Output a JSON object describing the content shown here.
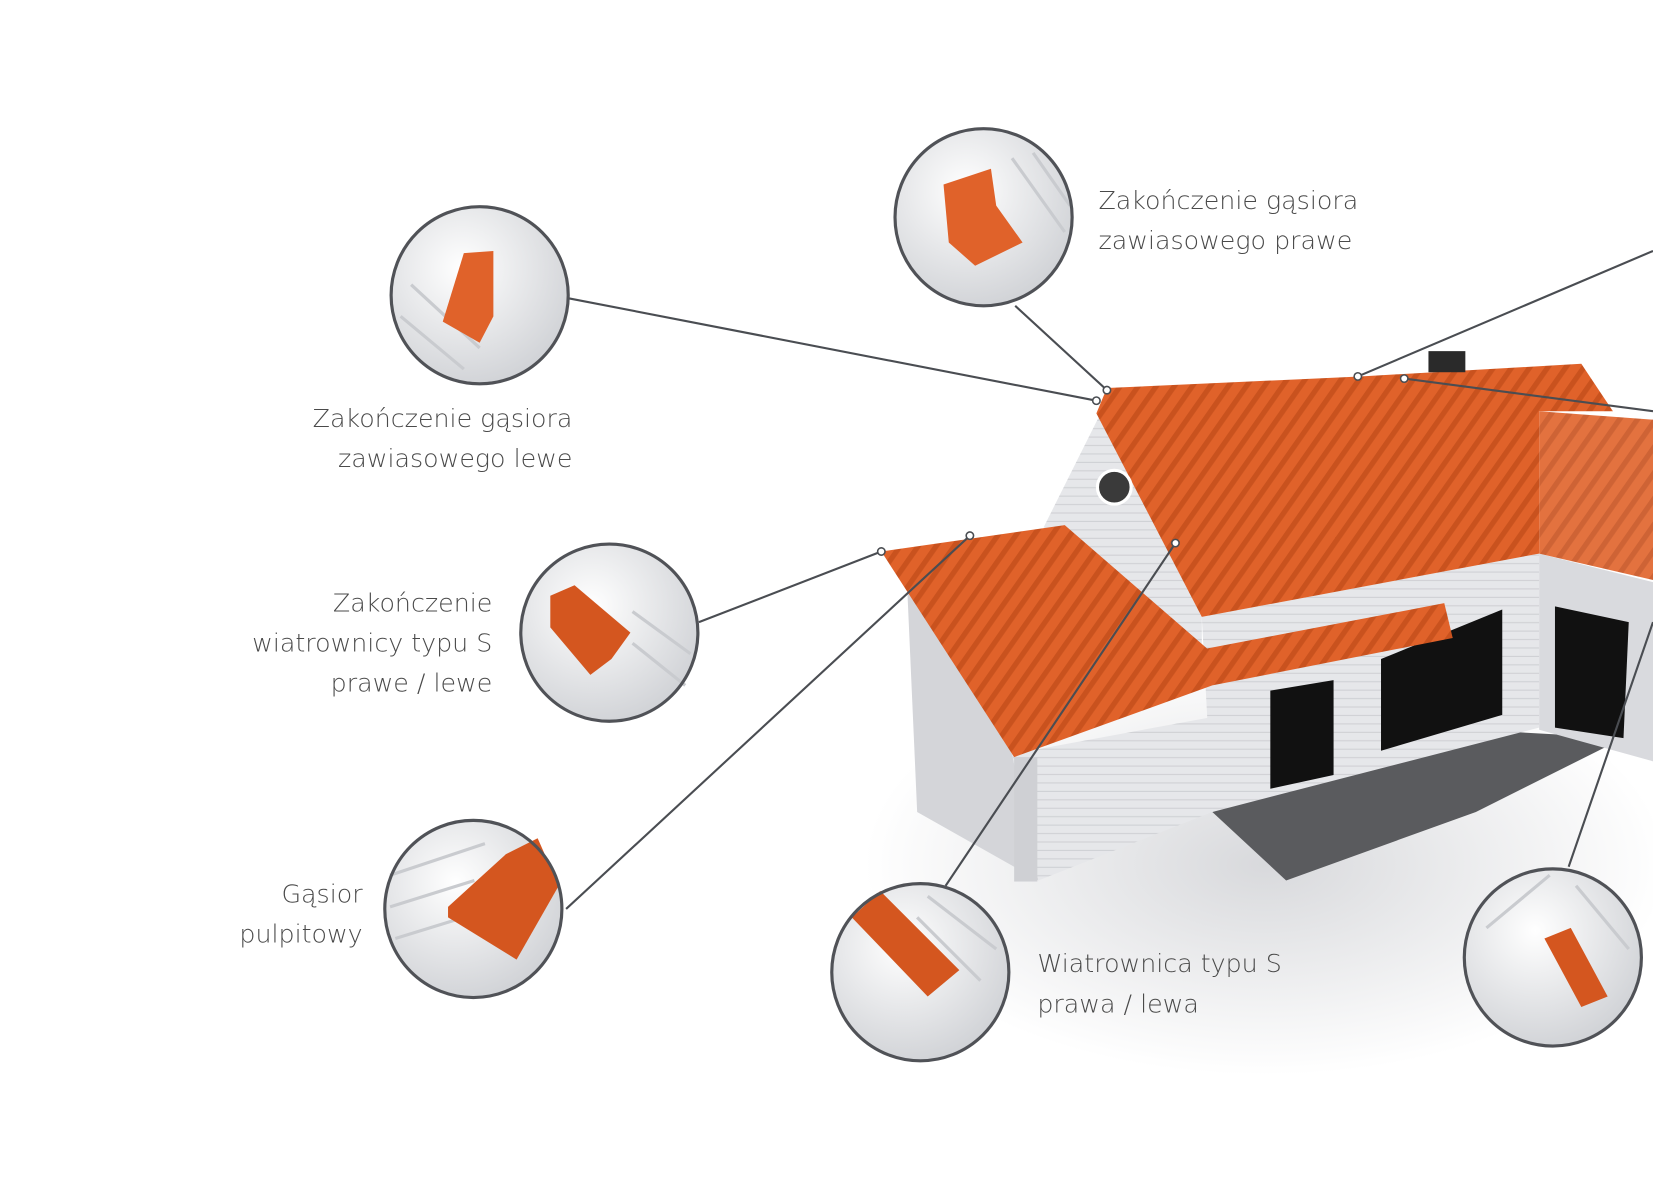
{
  "diagram": {
    "labels": {
      "ridge_end_right": [
        "Zakończenie gąsiora",
        "zawiasowego prawe"
      ],
      "ridge_end_left": [
        "Zakończenie  gąsiora",
        "zawiasowego lewe"
      ],
      "verge_end": [
        "Zakończenie",
        "wiatrownicy typu  S",
        "prawe / lewe"
      ],
      "monopitch_ridge": [
        "Gąsior",
        "pulpitowy"
      ],
      "verge_s": [
        "Wiatrownica typu S",
        "prawa / lewa"
      ]
    },
    "colors": {
      "roof": "#e0622a",
      "roof_dark": "#c84f1c",
      "wall": "#e4e5e8",
      "leader": "#4a4d52",
      "text": "#4a4a4a"
    }
  }
}
